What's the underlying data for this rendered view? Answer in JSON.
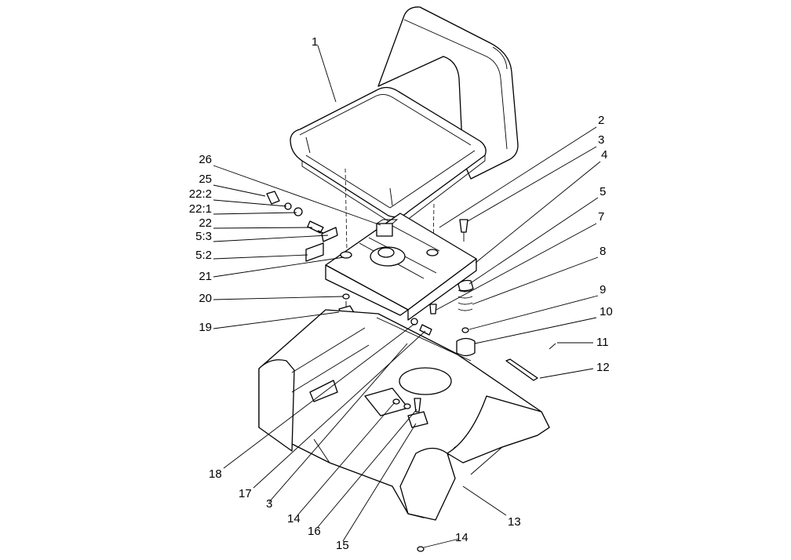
{
  "callouts": [
    {
      "label": "1"
    },
    {
      "label": "2"
    },
    {
      "label": "3"
    },
    {
      "label": "4"
    },
    {
      "label": "5"
    },
    {
      "label": "7"
    },
    {
      "label": "8"
    },
    {
      "label": "9"
    },
    {
      "label": "10"
    },
    {
      "label": "11"
    },
    {
      "label": "12"
    },
    {
      "label": "26"
    },
    {
      "label": "25"
    },
    {
      "label": "22:2"
    },
    {
      "label": "22:1"
    },
    {
      "label": "22"
    },
    {
      "label": "5:3"
    },
    {
      "label": "5:2"
    },
    {
      "label": "21"
    },
    {
      "label": "20"
    },
    {
      "label": "19"
    },
    {
      "label": "18"
    },
    {
      "label": "17"
    },
    {
      "label": "3"
    },
    {
      "label": "14"
    },
    {
      "label": "16"
    },
    {
      "label": "15"
    },
    {
      "label": "13"
    },
    {
      "label": "14"
    }
  ]
}
